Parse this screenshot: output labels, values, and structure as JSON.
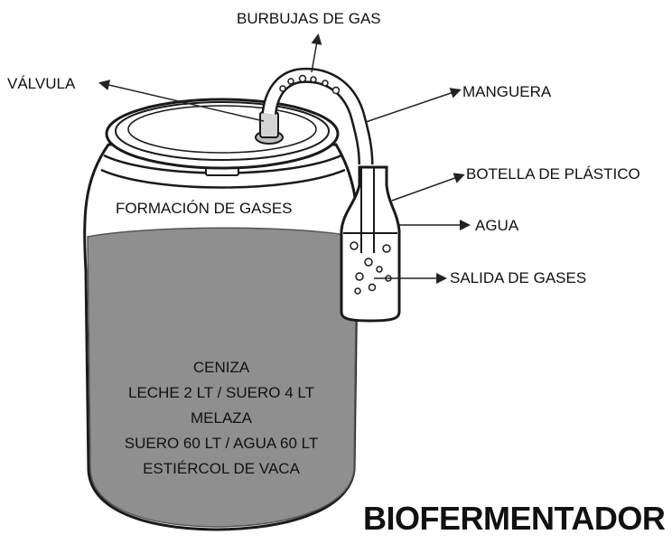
{
  "labels": {
    "burbujas": "BURBUJAS DE GAS",
    "valvula": "VÁLVULA",
    "manguera": "MANGUERA",
    "botella": "BOTELLA DE PLÁSTICO",
    "agua": "AGUA",
    "salida": "SALIDA DE GASES",
    "formacion": "FORMACIÓN DE GASES"
  },
  "contents": [
    "CENIZA",
    "LECHE 2 LT / SUERO 4 LT",
    "MELAZA",
    "SUERO 60 LT / AGUA 60 LT",
    "ESTIÉRCOL DE VACA"
  ],
  "title": "BIOFERMENTADOR",
  "colors": {
    "liquid": "#8f8f8f",
    "outline": "#1a1a1a",
    "background": "#ffffff"
  }
}
